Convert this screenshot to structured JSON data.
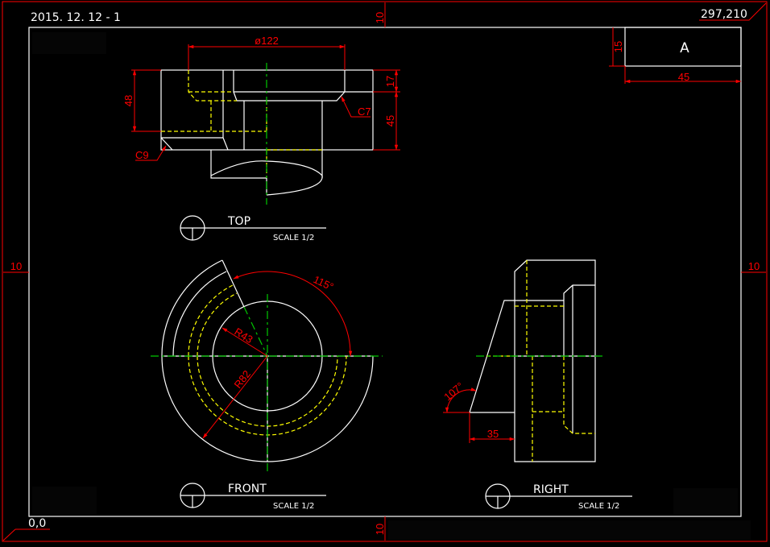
{
  "sheet": {
    "drawing_id": "2015. 12. 12 - 1",
    "sheet_size": "297,210",
    "origin": "0,0",
    "margins": {
      "top": "10",
      "bottom": "10",
      "left": "10",
      "right": "10"
    }
  },
  "title_block": {
    "letter": "A",
    "height_dim": "15",
    "width_dim": "45"
  },
  "views": {
    "top": {
      "label": "TOP",
      "scale": "SCALE 1/2",
      "dims": {
        "diameter": "ø122",
        "height_left": "48",
        "height_top": "17",
        "height_bottom": "45",
        "chamfer_right": "C7",
        "chamfer_left": "C9"
      }
    },
    "front": {
      "label": "FRONT",
      "scale": "SCALE 1/2",
      "dims": {
        "angle": "115°",
        "inner_radius": "R43",
        "outer_radius": "R82"
      }
    },
    "right": {
      "label": "RIGHT",
      "scale": "SCALE 1/2",
      "dims": {
        "angle": "107°",
        "offset": "35"
      }
    }
  },
  "colors": {
    "geometry": "#ffffff",
    "hidden": "#ffff00",
    "center": "#00c800",
    "dimension": "#ff0000",
    "background": "#000000"
  }
}
